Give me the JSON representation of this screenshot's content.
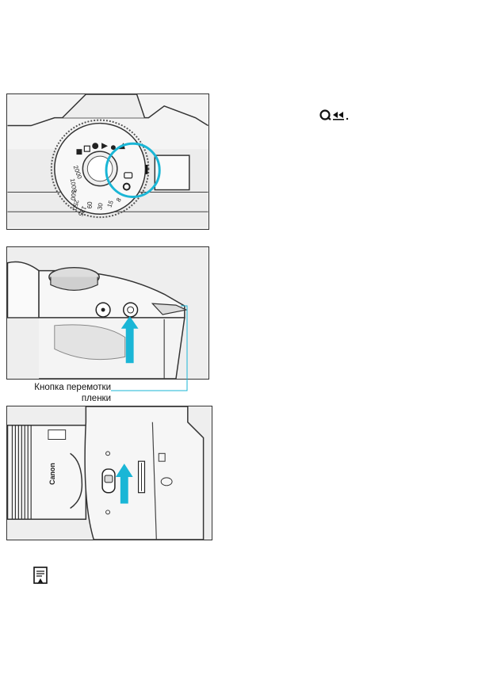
{
  "callout": {
    "line1": "Кнопка перемотки",
    "line2": "пленки"
  },
  "dial": {
    "speeds": [
      "2000",
      "1000",
      "500",
      "250",
      "125",
      "60",
      "30",
      "15",
      "8"
    ]
  },
  "lens": {
    "brand": "Canon"
  },
  "colors": {
    "accent": "#1ab6d6",
    "line": "#222222"
  },
  "icons": {
    "rewind": "rewind-mode-icon",
    "note": "note-icon"
  }
}
